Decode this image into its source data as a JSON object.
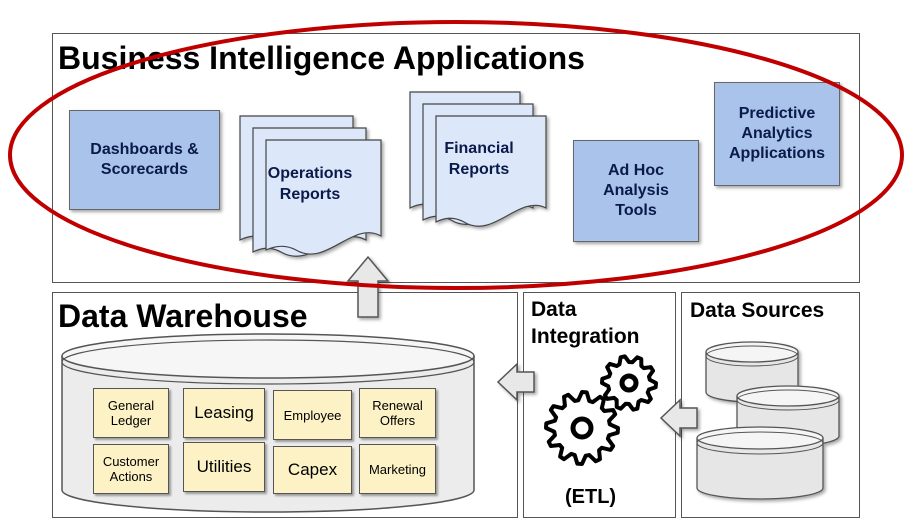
{
  "bi": {
    "title": "Business Intelligence Applications",
    "dashboards": "Dashboards & Scorecards",
    "operations": "Operations Reports",
    "financial": "Financial Reports",
    "adhoc": "Ad Hoc Analysis Tools",
    "predictive": "Predictive Analytics Applications"
  },
  "warehouse": {
    "title": "Data Warehouse",
    "tiles": [
      "General Ledger",
      "Leasing",
      "Employee",
      "Renewal Offers",
      "Customer Actions",
      "Utilities",
      "Capex",
      "Marketing"
    ]
  },
  "integration": {
    "title": "Data Integration",
    "etl": "(ETL)"
  },
  "sources": {
    "title": "Data Sources"
  },
  "colors": {
    "box_blue": "#a9c3ea",
    "doc_blue": "#dce8fa",
    "tile_yellow": "#fdf2c6",
    "ellipse_red": "#c00000",
    "arrow_gray": "#e8e8e8"
  }
}
